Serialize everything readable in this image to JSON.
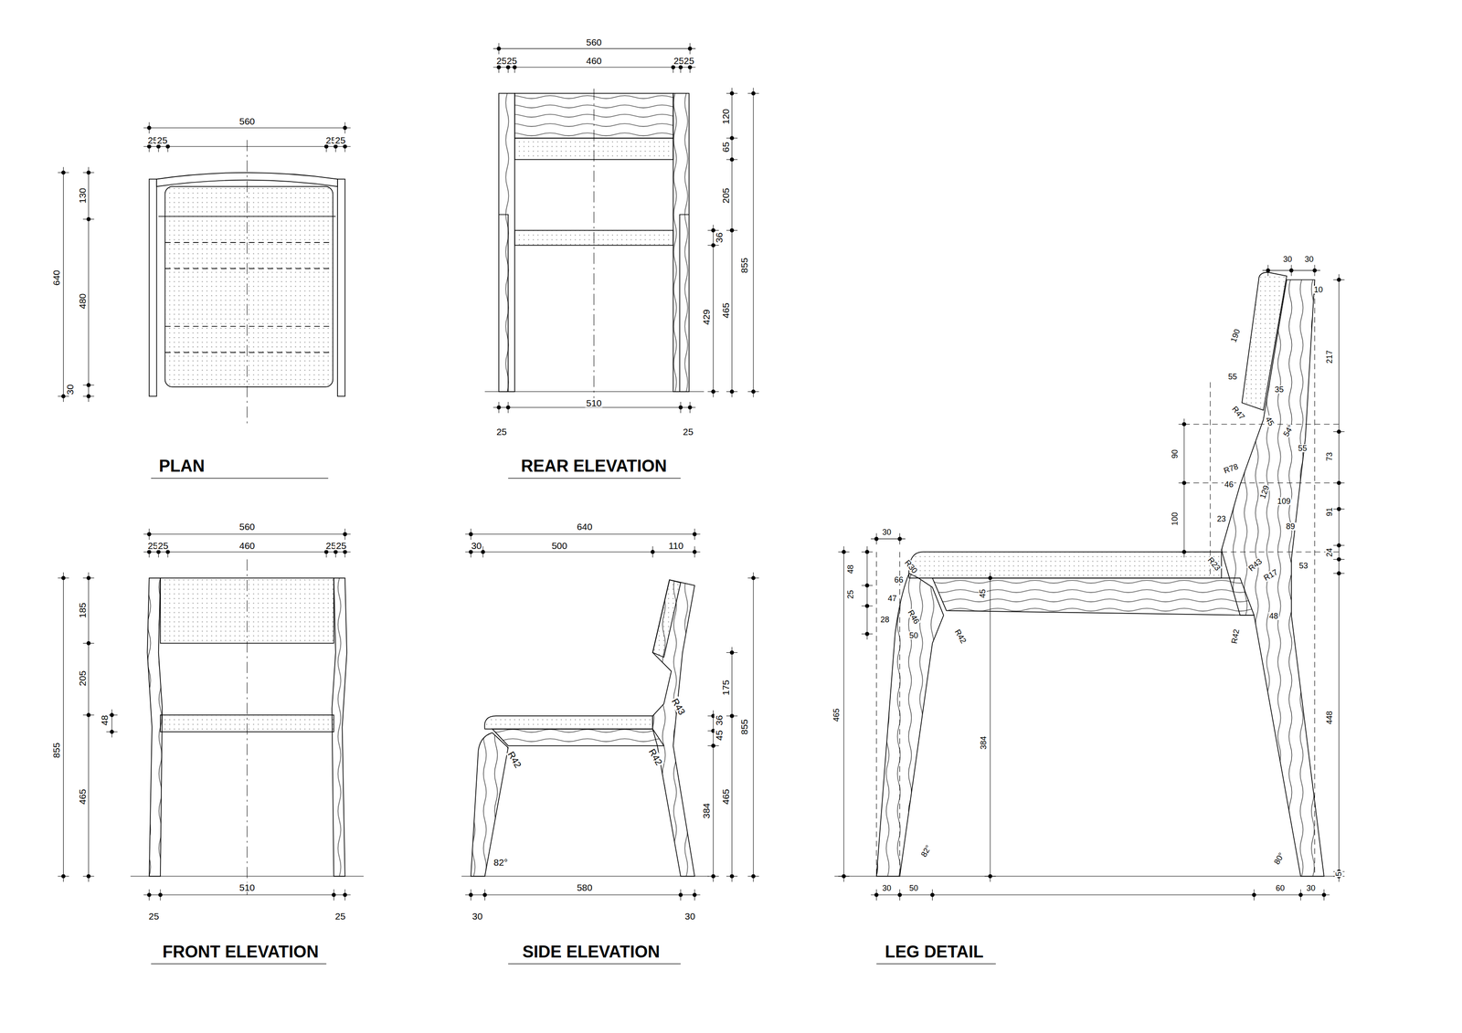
{
  "diagram": {
    "labels": [
      "560",
      "25",
      "25",
      "25",
      "25",
      "640",
      "130",
      "480",
      "30",
      "PLAN",
      "560",
      "25",
      "25",
      "460",
      "25",
      "25",
      "120",
      "65",
      "205",
      "36",
      "429",
      "465",
      "855",
      "510",
      "25",
      "25",
      "REAR ELEVATION",
      "560",
      "25",
      "25",
      "460",
      "25",
      "25",
      "185",
      "205",
      "48",
      "855",
      "465",
      "510",
      "25",
      "25",
      "FRONT ELEVATION",
      "640",
      "30",
      "500",
      "110",
      "R43",
      "R42",
      "R42",
      "175",
      "36",
      "45",
      "384",
      "465",
      "855",
      "82°",
      "580",
      "30",
      "30",
      "SIDE ELEVATION",
      "30",
      "30",
      "10",
      "190",
      "217",
      "55",
      "35",
      "R47",
      "45",
      "54°",
      "90",
      "55",
      "73",
      "R78",
      "46",
      "129",
      "109",
      "91",
      "100",
      "23",
      "89",
      "24",
      "R23",
      "R43",
      "R17",
      "53",
      "30",
      "48",
      "R30",
      "66",
      "45",
      "25",
      "47",
      "R46",
      "28",
      "50",
      "R42",
      "R42",
      "48",
      "465",
      "384",
      "448",
      "82°",
      "80°",
      "5",
      "30",
      "50",
      "60",
      "30",
      "LEG DETAIL"
    ]
  }
}
